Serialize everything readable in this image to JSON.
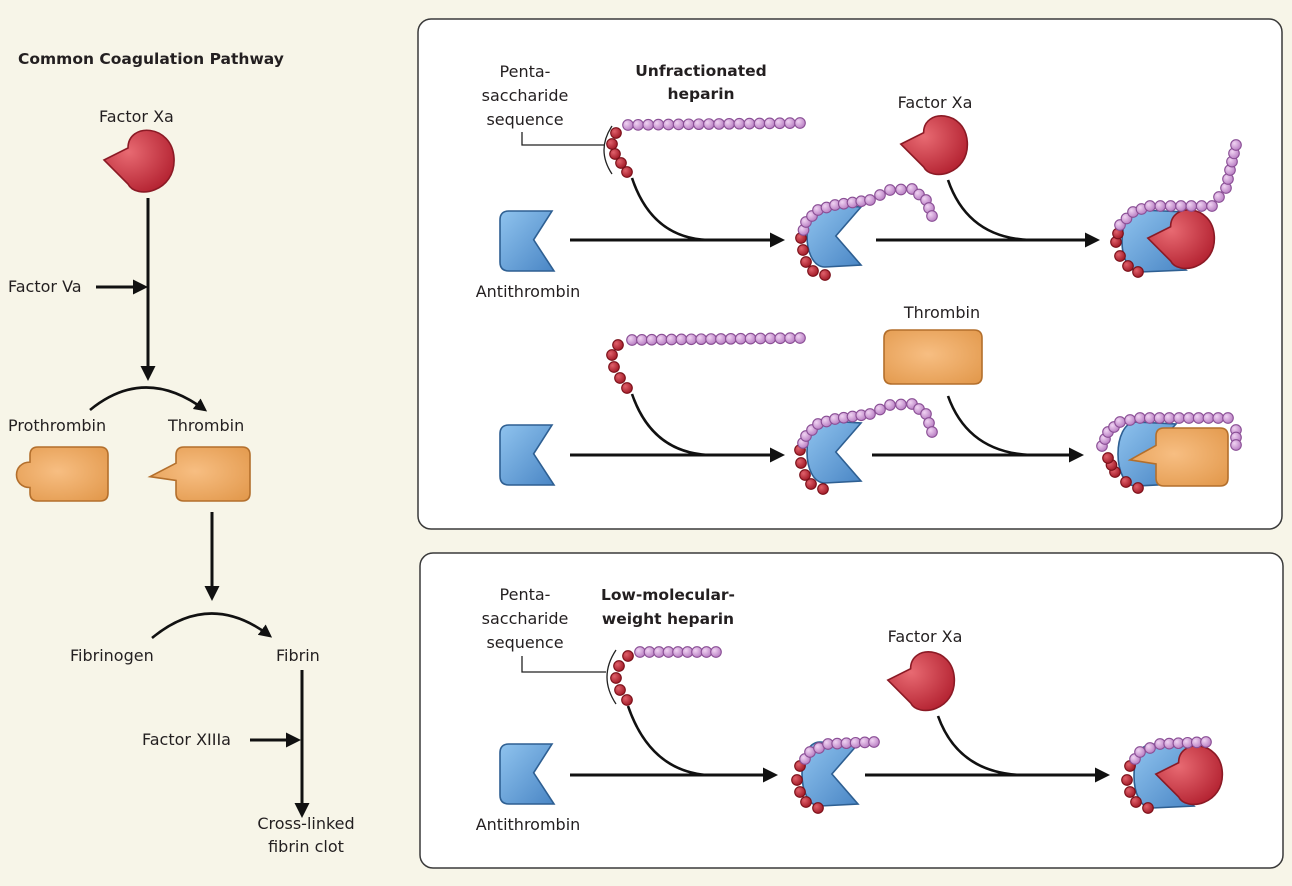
{
  "left": {
    "title": "Common Coagulation Pathway",
    "factor_xa": "Factor Xa",
    "factor_va": "Factor Va",
    "prothrombin": "Prothrombin",
    "thrombin": "Thrombin",
    "fibrinogen": "Fibrinogen",
    "fibrin": "Fibrin",
    "factor_xiiia": "Factor XIIIa",
    "clot_line1": "Cross-linked",
    "clot_line2": "fibrin clot"
  },
  "top_panel": {
    "penta_line1": "Penta-",
    "penta_line2": "saccharide",
    "penta_line3": "sequence",
    "heparin_line1": "Unfractionated",
    "heparin_line2": "heparin",
    "factor_xa": "Factor Xa",
    "antithrombin": "Antithrombin",
    "thrombin": "Thrombin"
  },
  "bottom_panel": {
    "penta_line1": "Penta-",
    "penta_line2": "saccharide",
    "penta_line3": "sequence",
    "heparin_line1": "Low-molecular-",
    "heparin_line2": "weight heparin",
    "factor_xa": "Factor Xa",
    "antithrombin": "Antithrombin"
  },
  "colors": {
    "background": "#f7f5e8",
    "factor_xa": "#c42b3b",
    "thrombin": "#e9a45c",
    "antithrombin": "#5b9bd5",
    "heparin_bead": "#c990d2",
    "penta_bead": "#b3202c"
  }
}
